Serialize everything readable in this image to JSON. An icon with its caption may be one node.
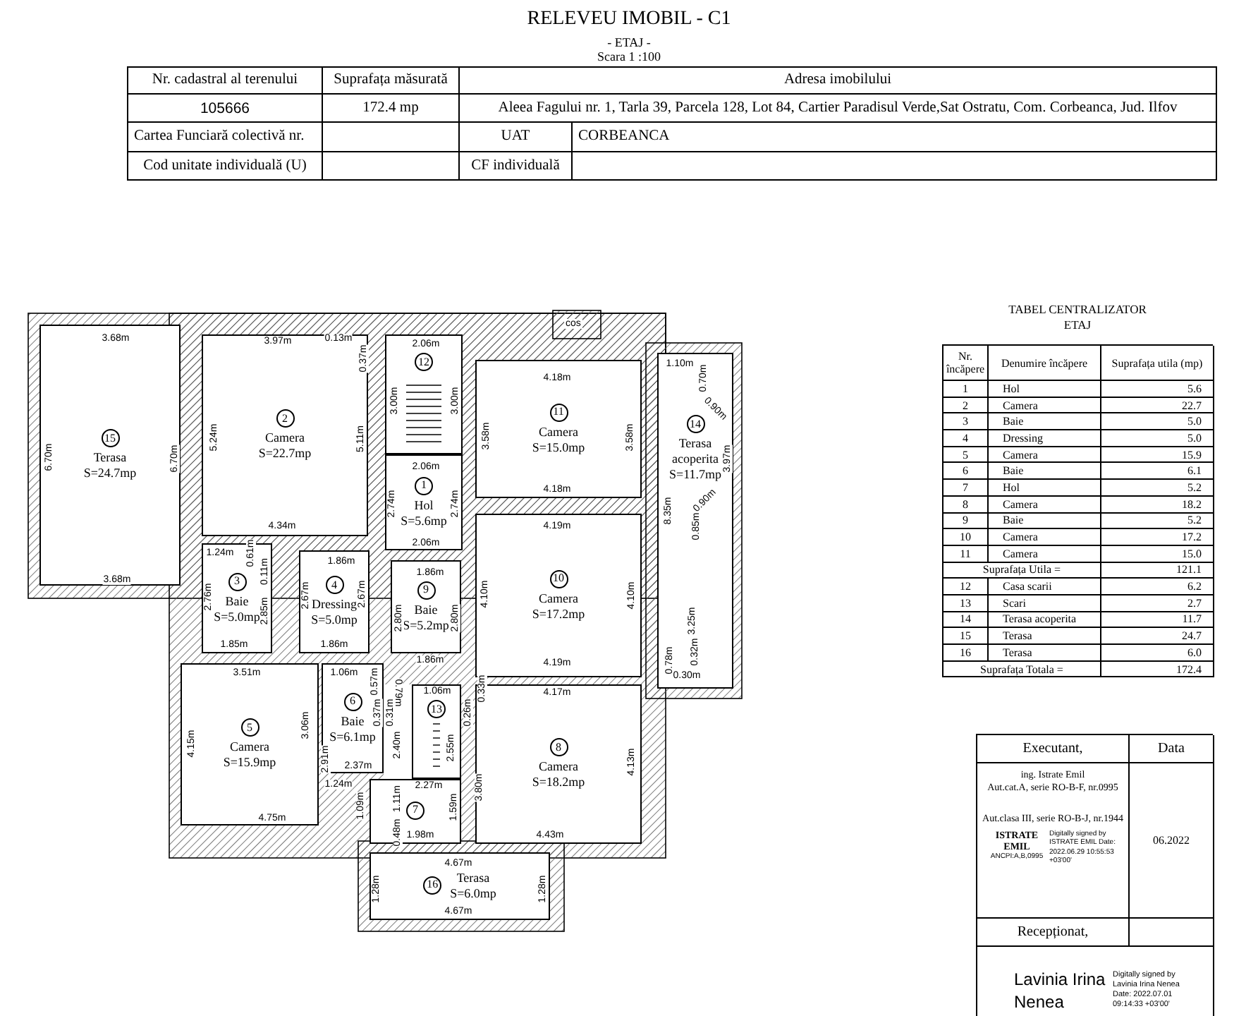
{
  "diagram": {
    "title": "RELEVEU IMOBIL - C1",
    "nodes": [
      {
        "text": [
          "15",
          "Terasa",
          "S=24.7mp"
        ]
      },
      {
        "text": [
          "2",
          "Camera",
          "S=22.7mp"
        ]
      },
      {
        "text": [
          "12"
        ]
      },
      {
        "text": [
          "11",
          "Camera",
          "S=15.0mp"
        ]
      },
      {
        "text": [
          "14",
          "Terasa acoperita",
          "S=11.7mp"
        ]
      },
      {
        "text": [
          "1",
          "Hol",
          "S=5.6mp"
        ]
      },
      {
        "text": [
          "10",
          "Camera",
          "S=17.2mp"
        ]
      },
      {
        "text": [
          "3",
          "Baie",
          "S=5.0mp"
        ]
      },
      {
        "text": [
          "4",
          "Dressing",
          "S=5.0mp"
        ]
      },
      {
        "text": [
          "9",
          "Baie",
          "S=5.2mp"
        ]
      },
      {
        "text": [
          "5",
          "Camera",
          "S=15.9mp"
        ]
      },
      {
        "text": [
          "6",
          "Baie",
          "S=6.1mp"
        ]
      },
      {
        "text": [
          "13"
        ]
      },
      {
        "text": [
          "8",
          "Camera",
          "S=18.2mp"
        ]
      },
      {
        "text": [
          "7"
        ]
      },
      {
        "text": [
          "16",
          "Terasa",
          "S=6.0mp"
        ]
      }
    ],
    "labels": [
      "- ETAJ -",
      "Scara 1 :100",
      "Nr. cadastral al terenului",
      "Suprafața măsurată",
      "Adresa imobilului",
      "105666",
      "172.4 mp",
      "Aleea Fagului nr. 1, Tarla 39, Parcela 128, Lot 84, Cartier Paradisul Verde,Sat Ostratu, Com. Corbeanca, Jud. Ilfov",
      "Cartea Funciară colectivă nr.",
      "UAT",
      "CORBEANCA",
      "Cod unitate individuală (U)",
      "CF individuală",
      "3.68m",
      "3.97m",
      "0.13m",
      "2.06m",
      "0.37m",
      "1.10m",
      "4.18m",
      "0.70m",
      "3.00m",
      "3.00m",
      "0.90m",
      "5.24m",
      "5.11m",
      "3.58m",
      "3.58m",
      "6.70m",
      "6.70m",
      "3.97m",
      "2.06m",
      "4.18m",
      "2.74m",
      "2.74m",
      "8.35m",
      "0.90m",
      "4.34m",
      "4.19m",
      "0.85m",
      "2.06m",
      "1.24m",
      "0.61m",
      "1.86m",
      "0.11m",
      "1.86m",
      "3.68m",
      "2.76m",
      "2.67m",
      "2.67m",
      "4.10m",
      "4.10m",
      "2.85m",
      "2.80m",
      "2.80m",
      "3.25m",
      "1.85m",
      "1.86m",
      "1.86m",
      "4.19m",
      "0.78m",
      "0.32m",
      "3.51m",
      "1.06m",
      "0.30m",
      "0.57m",
      "0.79m",
      "1.06m",
      "0.33m",
      "4.17m",
      "0.37m",
      "0.31m",
      "0.26m",
      "3.06m",
      "4.15m",
      "2.40m",
      "2.55m",
      "2.91m",
      "4.13m",
      "2.37m",
      "1.24m",
      "2.27m",
      "3.80m",
      "1.09m",
      "1.11m",
      "1.59m",
      "4.75m",
      "0.48m",
      "1.98m",
      "4.43m",
      "4.67m",
      "1.28m",
      "1.28m",
      "4.67m",
      "cos",
      "TABEL CENTRALIZATOR",
      "ETAJ",
      "Nr. încăpere",
      "Denumire încăpere",
      "Suprafața utila (mp)",
      "1",
      "Hol",
      "5.6",
      "2",
      "Camera",
      "22.7",
      "3",
      "Baie",
      "5.0",
      "4",
      "Dressing",
      "5.0",
      "5",
      "Camera",
      "15.9",
      "6",
      "Baie",
      "6.1",
      "7",
      "Hol",
      "5.2",
      "8",
      "Camera",
      "18.2",
      "9",
      "Baie",
      "5.2",
      "10",
      "Camera",
      "17.2",
      "11",
      "Camera",
      "15.0",
      "Suprafața Utila =",
      "121.1",
      "12",
      "Casa scarii",
      "6.2",
      "13",
      "Scari",
      "2.7",
      "14",
      "Terasa acoperita",
      "11.7",
      "15",
      "Terasa",
      "24.7",
      "16",
      "Terasa",
      "6.0",
      "Suprafața Totala =",
      "172.4",
      "Executant,",
      "Data",
      "ing. Istrate Emil",
      "Aut.cat.A, serie RO-B-F, nr.0995",
      "Aut.clasa III, serie RO-B-J, nr.1944",
      "ISTRATE EMIL",
      "ANCPI:A,B,0995",
      "Digitally signed by ISTRATE EMIL Date: 2022.06.29 10:55:53 +03'00'",
      "06.2022",
      "Recepționat,",
      "Lavinia Irina Nenea",
      "Digitally signed by Lavinia Irina Nenea Date: 2022.07.01 09:14:33 +03'00'"
    ]
  }
}
